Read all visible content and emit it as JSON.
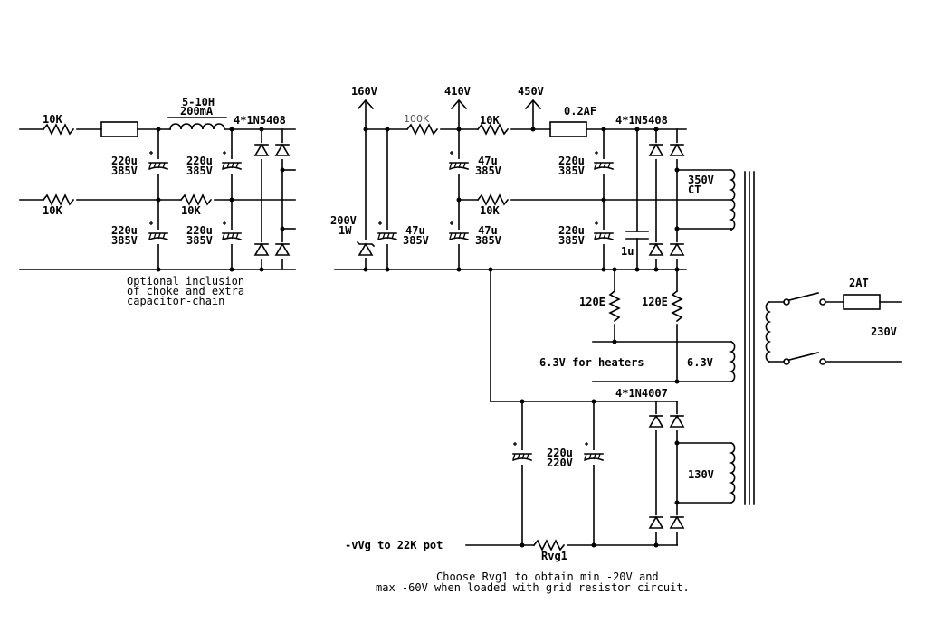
{
  "labels": {
    "choke_value": "5-10H",
    "choke_current": "200mA",
    "left_r1": "10K",
    "left_r2": "10K",
    "left_r_mid": "10K",
    "left_cap_tl": "220u",
    "left_cap_tl_v": "385V",
    "left_cap_tr": "220u",
    "left_cap_tr_v": "385V",
    "left_cap_bl": "220u",
    "left_cap_bl_v": "385V",
    "left_cap_br": "220u",
    "left_cap_br_v": "385V",
    "left_bridge": "4*1N5408",
    "optional_note_1": "Optional inclusion",
    "optional_note_2": "of choke and extra",
    "optional_note_3": "capacitor-chain",
    "v160": "160V",
    "v410": "410V",
    "v450": "450V",
    "r100k": "100K",
    "r10k_a": "10K",
    "r10k_b": "10K",
    "fuse_02af": "0.2AF",
    "main_bridge": "4*1N5408",
    "zener": "200V",
    "zener_w": "1W",
    "cap47_a": "47u",
    "cap47_a_v": "385V",
    "cap47_b": "47u",
    "cap47_b_v": "385V",
    "cap47_c": "47u",
    "cap47_c_v": "385V",
    "cap220_t": "220u",
    "cap220_t_v": "385V",
    "cap220_b": "220u",
    "cap220_b_v": "385V",
    "cap1u": "1u",
    "sec_350": "350V",
    "sec_ct": "CT",
    "r120_a": "120E",
    "r120_b": "120E",
    "heaters": "6.3V for heaters",
    "sec_63": "6.3V",
    "bias_bridge": "4*1N4007",
    "bias_cap": "220u",
    "bias_cap_v": "220V",
    "sec_130": "130V",
    "fuse_2at": "2AT",
    "mains": "230V",
    "vg_out": "-vVg to 22K pot",
    "rvg1": "Rvg1",
    "note_1": "Choose Rvg1 to obtain min -20V and",
    "note_2": "max -60V when loaded with grid resistor circuit."
  }
}
